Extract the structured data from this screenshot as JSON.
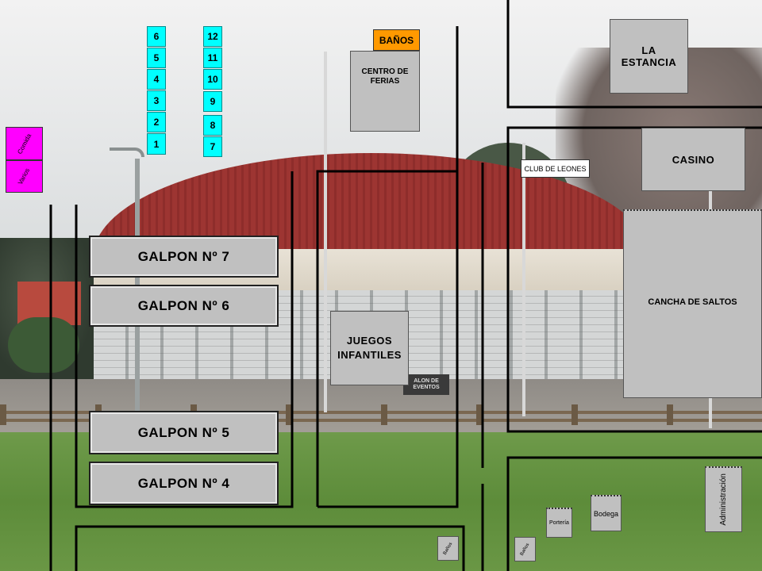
{
  "map": {
    "bathrooms": "BAÑOS",
    "centro_ferias": [
      "CENTRO DE",
      "FERIAS"
    ],
    "la_estancia": [
      "LA",
      "ESTANCIA"
    ],
    "casino": "CASINO",
    "club_leones": "CLUB DE LEONES",
    "cancha_saltos": "CANCHA DE SALTOS",
    "juegos_infantiles": [
      "JUEGOS",
      "INFANTILES"
    ],
    "galpones": [
      "GALPON Nº 7",
      "GALPON Nº 6",
      "GALPON Nº 5",
      "GALPON Nº 4"
    ],
    "stalls_left": [
      "6",
      "5",
      "4",
      "3",
      "2",
      "1"
    ],
    "stalls_right": [
      "12",
      "11",
      "10",
      "9",
      "8",
      "7"
    ],
    "magenta_labels": [
      "Comida",
      "Varios"
    ],
    "porteria": "Portería",
    "bodega": "Bodega",
    "administracion": "Administración",
    "banos_small": [
      "Baños",
      "Baños"
    ],
    "photo_sign": [
      "ALON DE",
      "EVENTOS"
    ]
  },
  "colors": {
    "stall": "#00ffff",
    "bathrooms": "#ff9900",
    "food": "#ff00ff",
    "building": "#c0c0c0"
  }
}
